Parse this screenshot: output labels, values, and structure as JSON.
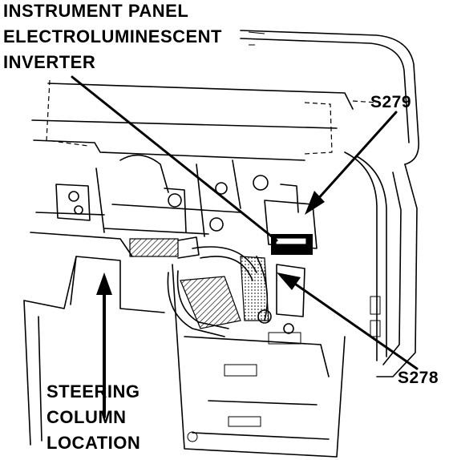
{
  "labels": {
    "inverter_line1": "INSTRUMENT PANEL",
    "inverter_line2": "ELECTROLUMINESCENT",
    "inverter_line3": "INVERTER",
    "s279": "S279",
    "s278": "S278",
    "steering_line1": "STEERING",
    "steering_line2": "COLUMN",
    "steering_line3": "LOCATION"
  }
}
